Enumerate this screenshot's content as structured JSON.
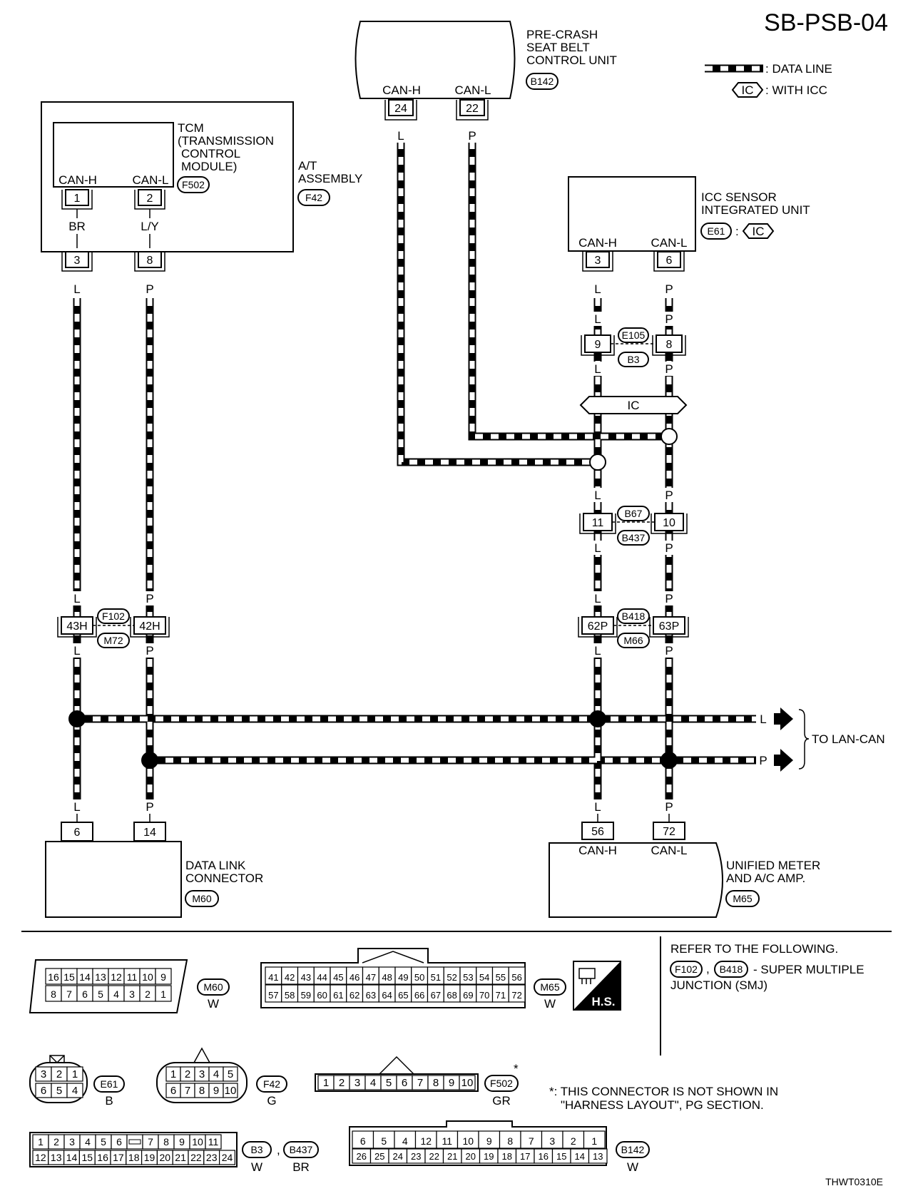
{
  "page_code": "SB-PSB-04",
  "footer_code": "THWT0310E",
  "legend": {
    "data_line": ": DATA LINE",
    "ic_tag": "IC",
    "with_icc": ": WITH ICC"
  },
  "precrash": {
    "line1": "PRE-CRASH",
    "line2": "SEAT BELT",
    "line3": "CONTROL UNIT",
    "conn": "B142",
    "pin_h_label": "CAN-H",
    "pin_l_label": "CAN-L",
    "pin_h": "24",
    "pin_l": "22",
    "color_h": "L",
    "color_l": "P"
  },
  "tcm": {
    "line1": "TCM",
    "line2": "(TRANSMISSION",
    "line3": "CONTROL",
    "line4": "MODULE)",
    "conn": "F502",
    "pin_h_label": "CAN-H",
    "pin_l_label": "CAN-L",
    "pin_h": "1",
    "pin_l": "2",
    "color_h": "BR",
    "color_l": "L/Y",
    "assy1": "A/T",
    "assy2": "ASSEMBLY",
    "assy_conn": "F42",
    "assy_pin_h": "3",
    "assy_pin_l": "8",
    "assy_color_h": "L",
    "assy_color_l": "P"
  },
  "icc": {
    "line1": "ICC SENSOR",
    "line2": "INTEGRATED UNIT",
    "conn": "E61",
    "tag": "IC",
    "pin_h_label": "CAN-H",
    "pin_l_label": "CAN-L",
    "pin_h": "3",
    "pin_l": "6",
    "color_h": "L",
    "color_l": "P"
  },
  "joint_e105": {
    "top": "E105",
    "bottom": "B3",
    "pin_h": "9",
    "pin_l": "8",
    "color_h": "L",
    "color_l": "P"
  },
  "ic_bar": "IC",
  "joint_b67": {
    "top": "B67",
    "bottom": "B437",
    "pin_h": "11",
    "pin_l": "10",
    "color_h": "L",
    "color_l": "P"
  },
  "joint_b418": {
    "top": "B418",
    "bottom": "M66",
    "pin_h": "62P",
    "pin_l": "63P",
    "color_h": "L",
    "color_l": "P"
  },
  "joint_f102": {
    "top": "F102",
    "bottom": "M72",
    "pin_h": "43H",
    "pin_l": "42H",
    "color_h": "L",
    "color_l": "P"
  },
  "to_lan": {
    "label": "TO LAN-CAN",
    "l": "L",
    "p": "P"
  },
  "dlc": {
    "line1": "DATA LINK",
    "line2": "CONNECTOR",
    "conn": "M60",
    "pin_h": "6",
    "pin_l": "14",
    "color_h": "L",
    "color_l": "P"
  },
  "meter": {
    "line1": "UNIFIED METER",
    "line2": "AND A/C AMP.",
    "conn": "M65",
    "pin_h": "56",
    "pin_l": "72",
    "pin_h_label": "CAN-H",
    "pin_l_label": "CAN-L",
    "color_h": "L",
    "color_l": "P"
  },
  "refer": {
    "line1": "REFER TO THE FOLLOWING.",
    "conn1": "F102",
    "sep": ",",
    "conn2": "B418",
    "desc": "- SUPER MULTIPLE",
    "line3": "JUNCTION (SMJ)"
  },
  "hs_label": "H.S.",
  "note": {
    "star": "*",
    "line1": "*: THIS CONNECTOR IS NOT SHOWN IN",
    "line2": "\"HARNESS LAYOUT\", PG SECTION."
  },
  "connectors": {
    "m60": {
      "id": "M60",
      "color": "W",
      "top": [
        "16",
        "15",
        "14",
        "13",
        "12",
        "11",
        "10",
        "9"
      ],
      "bottom": [
        "8",
        "7",
        "6",
        "5",
        "4",
        "3",
        "2",
        "1"
      ]
    },
    "m65": {
      "id": "M65",
      "color": "W",
      "top": [
        "41",
        "42",
        "43",
        "44",
        "45",
        "46",
        "47",
        "48",
        "49",
        "50",
        "51",
        "52",
        "53",
        "54",
        "55",
        "56"
      ],
      "bottom": [
        "57",
        "58",
        "59",
        "60",
        "61",
        "62",
        "63",
        "64",
        "65",
        "66",
        "67",
        "68",
        "69",
        "70",
        "71",
        "72"
      ]
    },
    "e61": {
      "id": "E61",
      "color": "B",
      "top": [
        "3",
        "2",
        "1"
      ],
      "bottom": [
        "6",
        "5",
        "4"
      ]
    },
    "f42": {
      "id": "F42",
      "color": "G",
      "top": [
        "1",
        "2",
        "3",
        "4",
        "5"
      ],
      "bottom": [
        "6",
        "7",
        "8",
        "9",
        "10"
      ]
    },
    "f502": {
      "id": "F502",
      "color": "GR",
      "pins": [
        "1",
        "2",
        "3",
        "4",
        "5",
        "6",
        "7",
        "8",
        "9",
        "10"
      ]
    },
    "b3": {
      "id": "B3",
      "sep": ",",
      "id2": "B437",
      "color": "W",
      "color2": "BR",
      "top": [
        "1",
        "2",
        "3",
        "4",
        "5",
        "6",
        "",
        "7",
        "8",
        "9",
        "10",
        "11"
      ],
      "bottom": [
        "12",
        "13",
        "14",
        "15",
        "16",
        "17",
        "18",
        "19",
        "20",
        "21",
        "22",
        "23",
        "24"
      ]
    },
    "b142": {
      "id": "B142",
      "color": "W",
      "top": [
        "6",
        "5",
        "4",
        "12",
        "11",
        "10",
        "9",
        "8",
        "7",
        "3",
        "2",
        "1"
      ],
      "bottom": [
        "26",
        "25",
        "24",
        "23",
        "22",
        "21",
        "20",
        "19",
        "18",
        "17",
        "16",
        "15",
        "14",
        "13"
      ]
    }
  }
}
